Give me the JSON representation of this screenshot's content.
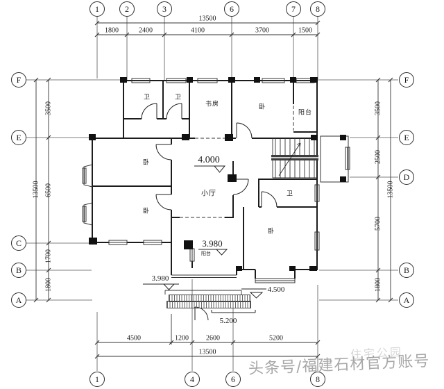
{
  "drawing": {
    "axes": {
      "top": [
        "1",
        "2",
        "3",
        "6",
        "7",
        "8"
      ],
      "bottom": [
        "1",
        "4",
        "6",
        "8"
      ],
      "left": [
        "F",
        "E",
        "C",
        "B",
        "A"
      ],
      "right": [
        "F",
        "E",
        "D",
        "B",
        "A"
      ]
    },
    "dims": {
      "top_total": "13500",
      "top_segs": [
        "1800",
        "2400",
        "4100",
        "3700",
        "1500"
      ],
      "bottom_total": "13500",
      "bottom_segs": [
        "4500",
        "1200",
        "2600",
        "5200"
      ],
      "left_total": "13500",
      "left_segs": [
        "3500",
        "6500",
        "1700",
        "1800"
      ],
      "right_total": "13500",
      "right_segs": [
        "3500",
        "2500",
        "5700",
        "1800"
      ]
    },
    "rooms": {
      "bath1": "卫",
      "bath2": "卫",
      "study": "书房",
      "bed_top": "卧",
      "balcony_top": "阳台",
      "bed_left_upper": "卧",
      "bed_left_lower": "卧",
      "hall": "小厅",
      "bath_right": "卫",
      "bed_bottom_right": "卧",
      "balcony_bottom": "阳台"
    },
    "elevations": {
      "hall": "4.000",
      "balcony": "3.980",
      "terrace": "3.980",
      "side": "4.500",
      "entry": "5.200"
    }
  },
  "watermark": {
    "main": "头条号/福建石材官方账号",
    "brand": "住宅公园"
  }
}
